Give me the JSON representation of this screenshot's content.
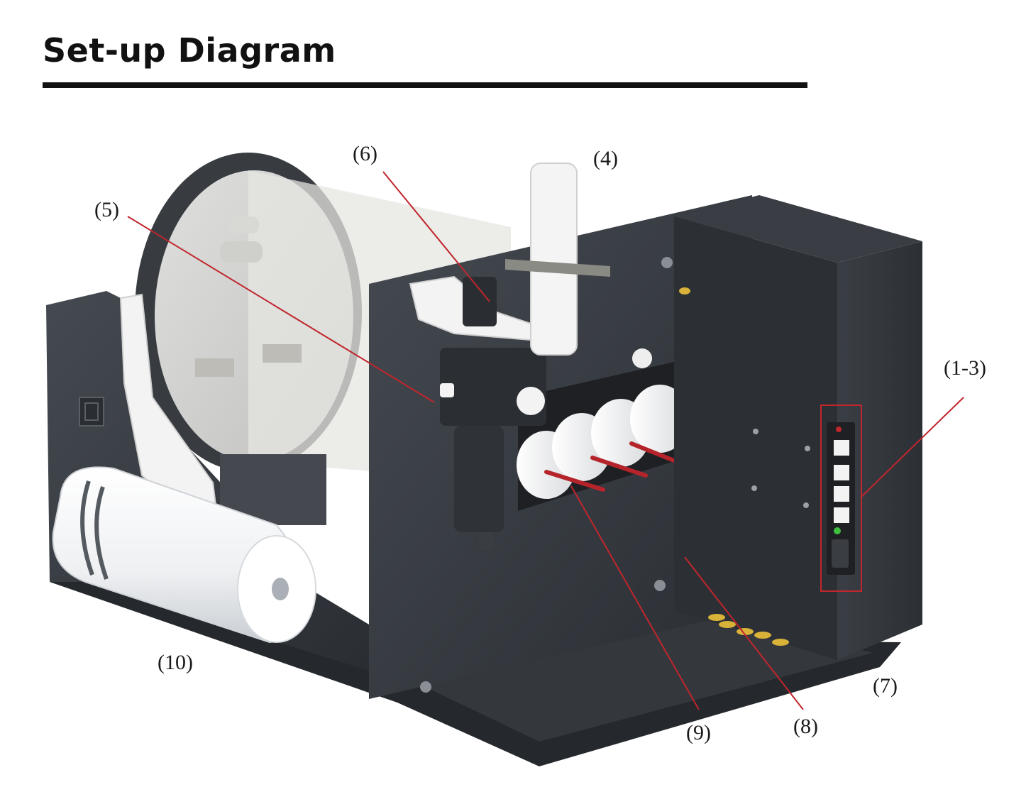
{
  "header": {
    "title": "Set-up Diagram"
  },
  "diagram": {
    "callouts": [
      {
        "id": "c1-3",
        "label": "(1-3)"
      },
      {
        "id": "c4",
        "label": "(4)"
      },
      {
        "id": "c5",
        "label": "(5)"
      },
      {
        "id": "c6",
        "label": "(6)"
      },
      {
        "id": "c7",
        "label": "(7)"
      },
      {
        "id": "c8",
        "label": "(8)"
      },
      {
        "id": "c9",
        "label": "(9)"
      },
      {
        "id": "c10",
        "label": "(10)"
      }
    ],
    "colors": {
      "leader_line": "#c0262d",
      "frame_dark": "#2f3338",
      "frame_mid": "#3c4147",
      "tank_white": "#f4f5f6",
      "accent_red": "#c0262d",
      "brass": "#d9b23a"
    }
  }
}
